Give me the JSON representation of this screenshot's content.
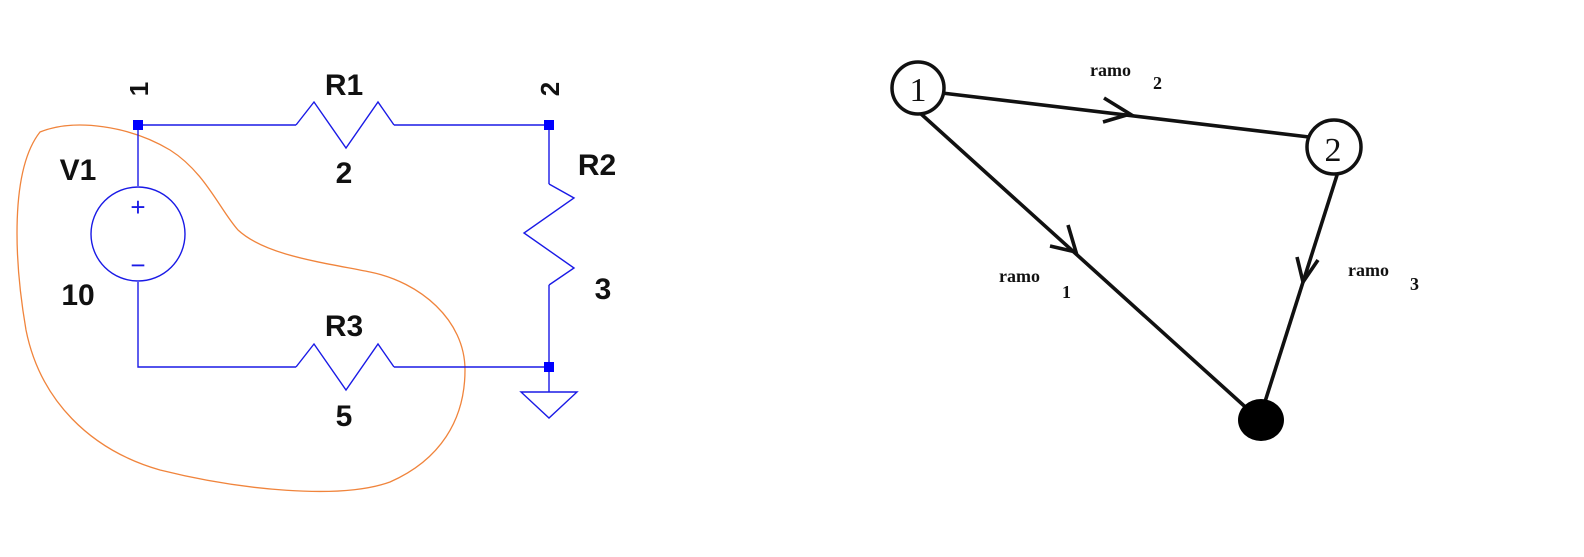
{
  "circuit": {
    "node_labels": [
      "1",
      "2"
    ],
    "source": {
      "name": "V1",
      "value": "10",
      "plus": "+",
      "minus": "−"
    },
    "resistors": [
      {
        "name": "R1",
        "value": "2"
      },
      {
        "name": "R2",
        "value": "3"
      },
      {
        "name": "R3",
        "value": "5"
      }
    ],
    "colors": {
      "wire": "#1a1ae6",
      "junction": "#0000ff",
      "loop": "#f0843c"
    }
  },
  "graph": {
    "nodes": [
      "1",
      "2"
    ],
    "branches": [
      {
        "label": "ramo",
        "sub": "1"
      },
      {
        "label": "ramo",
        "sub": "2"
      },
      {
        "label": "ramo",
        "sub": "3"
      }
    ]
  }
}
